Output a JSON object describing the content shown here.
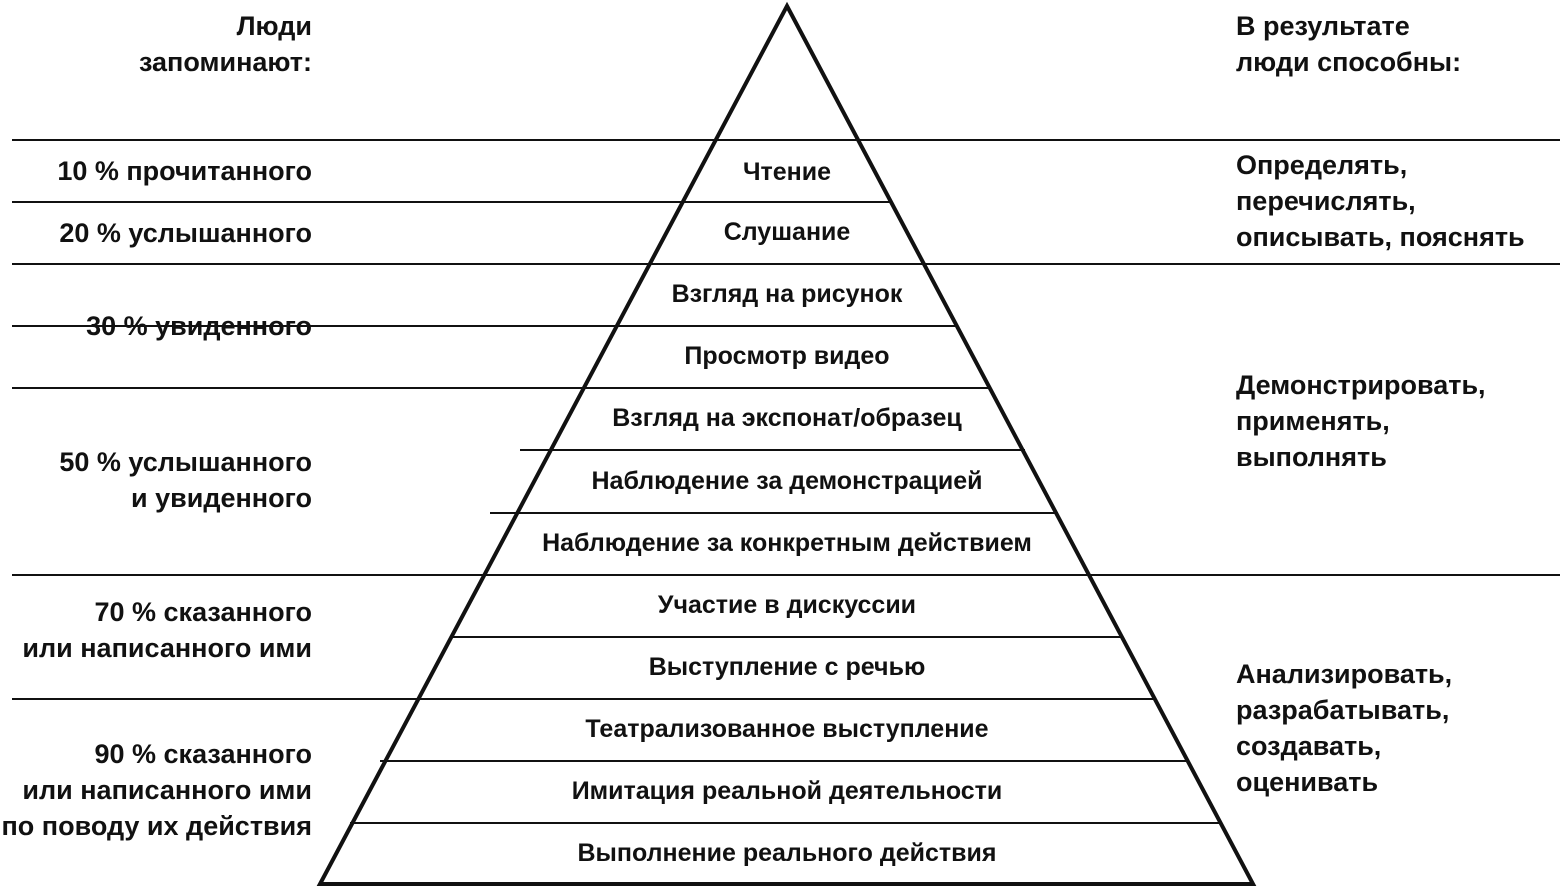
{
  "header": {
    "left": [
      "Люди",
      "запоминают:"
    ],
    "right": [
      "В результате",
      "люди способны:"
    ]
  },
  "pyramid": {
    "levels": [
      "Чтение",
      "Слушание",
      "Взгляд на рисунок",
      "Просмотр видео",
      "Взгляд на экспонат/образец",
      "Наблюдение за демонстрацией",
      "Наблюдение за конкретным действием",
      "Участие в дискуссии",
      "Выступление с речью",
      "Театрализованное выступление",
      "Имитация реальной деятельности",
      "Выполнение реального действия"
    ]
  },
  "retention": [
    [
      "10 % прочитанного"
    ],
    [
      "20 % услышанного"
    ],
    [
      "30 % увиденного"
    ],
    [
      "50 % услышанного",
      "и увиденного"
    ],
    [
      "70 % сказанного",
      "или написанного ими"
    ],
    [
      "90 % сказанного",
      "или написанного ими",
      "по поводу их действия"
    ]
  ],
  "abilities": [
    [
      "Определять,",
      "перечислять,",
      "описывать, пояснять"
    ],
    [
      "Демонстрировать,",
      "применять,",
      "выполнять"
    ],
    [
      "Анализировать,",
      "разрабатывать,",
      "создавать,",
      "оценивать"
    ]
  ]
}
